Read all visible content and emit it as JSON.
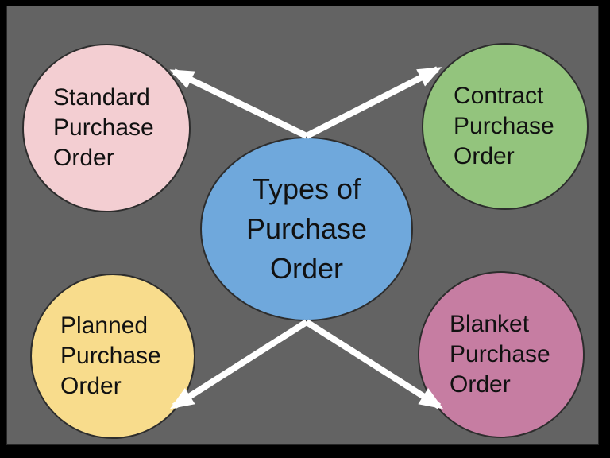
{
  "background": {
    "frame_color": "#000000",
    "slide_color": "#636363"
  },
  "center_node": {
    "id": "types-of-purchase-order",
    "label": "Types of\nPurchase\nOrder",
    "fill": "#6fa8dc"
  },
  "nodes": [
    {
      "id": "standard-purchase-order",
      "label": "Standard\nPurchase\nOrder",
      "fill": "#f3ced2",
      "position": "top-left"
    },
    {
      "id": "contract-purchase-order",
      "label": "Contract\nPurchase\nOrder",
      "fill": "#93c47d",
      "position": "top-right"
    },
    {
      "id": "planned-purchase-order",
      "label": "Planned\nPurchase\nOrder",
      "fill": "#f8dc8c",
      "position": "bottom-left"
    },
    {
      "id": "blanket-purchase-order",
      "label": "Blanket\nPurchase\nOrder",
      "fill": "#c67da2",
      "position": "bottom-right"
    }
  ],
  "arrows": {
    "color": "#ffffff",
    "connections": [
      {
        "from": "types-of-purchase-order",
        "to": "standard-purchase-order"
      },
      {
        "from": "types-of-purchase-order",
        "to": "contract-purchase-order"
      },
      {
        "from": "types-of-purchase-order",
        "to": "planned-purchase-order"
      },
      {
        "from": "types-of-purchase-order",
        "to": "blanket-purchase-order"
      }
    ]
  }
}
